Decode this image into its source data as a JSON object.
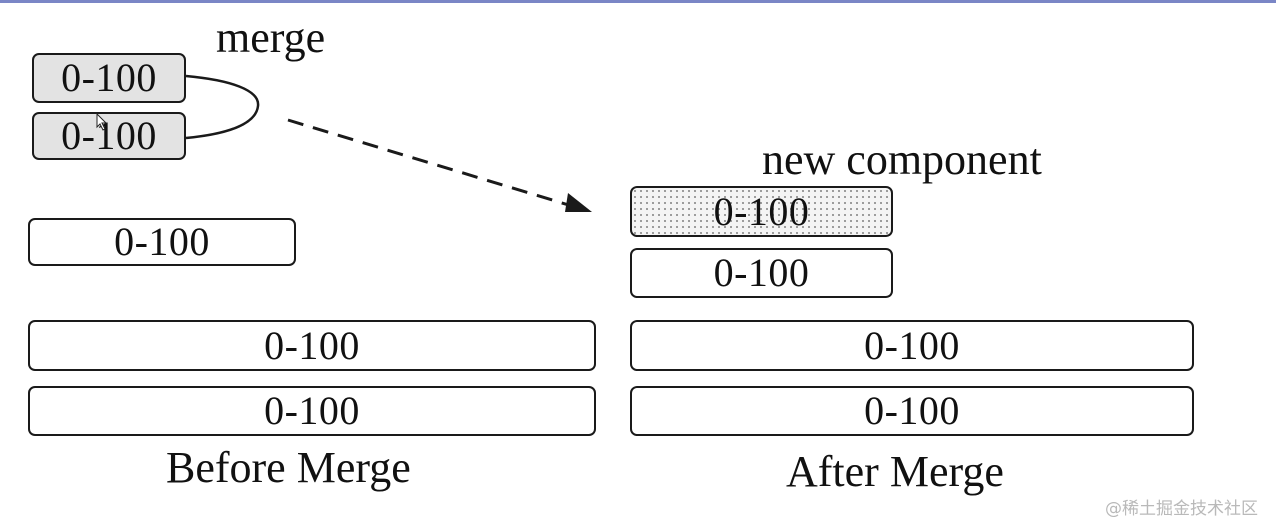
{
  "labels": {
    "merge": "merge",
    "new_component": "new component",
    "before": "Before Merge",
    "after": "After Merge"
  },
  "before_merge": {
    "merging_boxes": [
      "0-100",
      "0-100"
    ],
    "small_box": "0-100",
    "wide_boxes": [
      "0-100",
      "0-100"
    ]
  },
  "after_merge": {
    "new_component_box": "0-100",
    "small_box": "0-100",
    "wide_boxes": [
      "0-100",
      "0-100"
    ]
  },
  "watermark": "@稀土掘金技术社区",
  "colors": {
    "merging_fill": "#e3e3e3",
    "new_component_fill": "dotted-gray",
    "border": "#1a1a1a"
  }
}
